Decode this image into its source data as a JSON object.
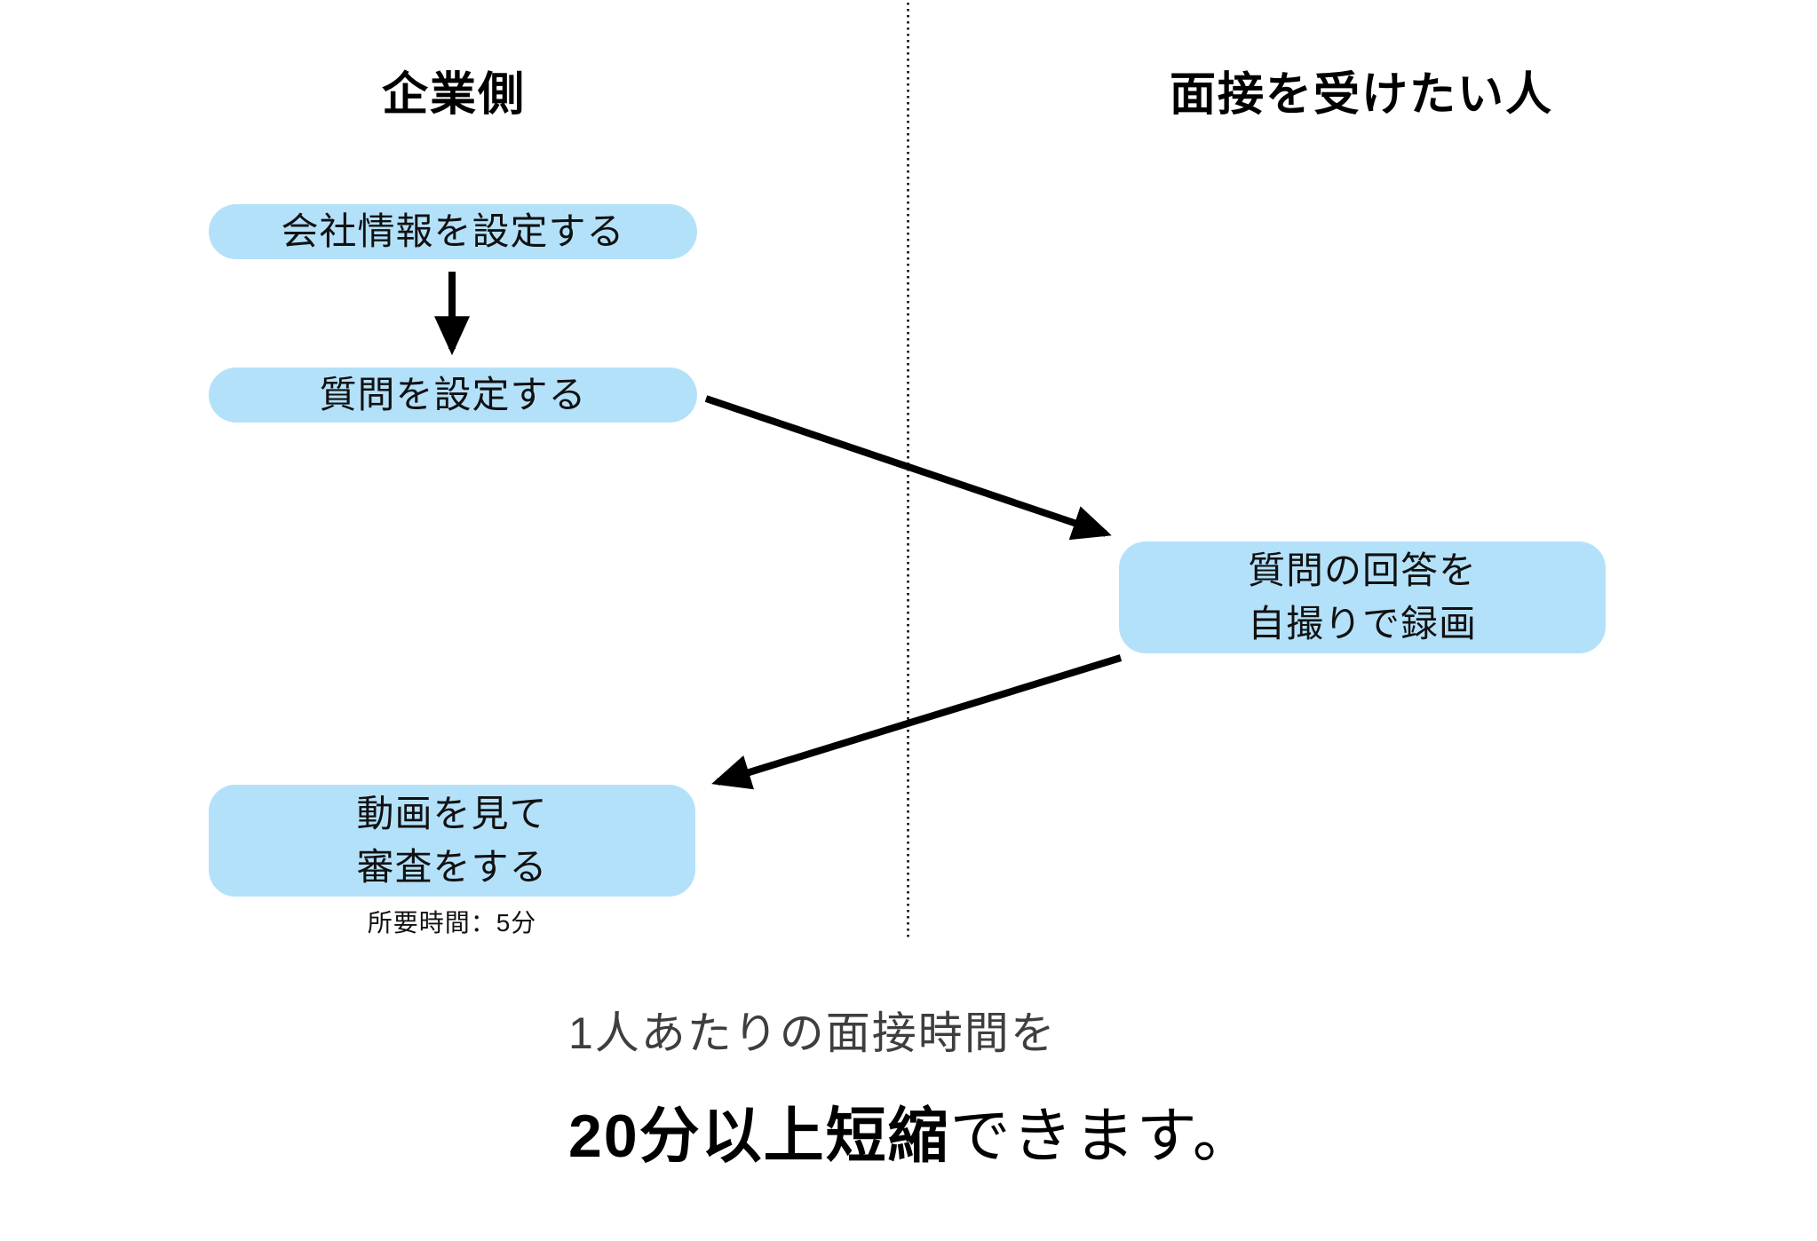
{
  "colors": {
    "background": "#FFFFFF",
    "box_fill": "#B4E1FA",
    "box_text": "#111111",
    "title_text": "#000000",
    "arrow": "#000000",
    "divider": "#000000",
    "footer_muted": "#3E3E3E",
    "footer_emphasis": "#000000"
  },
  "columns": {
    "left": {
      "title": "企業側"
    },
    "right": {
      "title": "面接を受けたい人"
    }
  },
  "nodes": {
    "setup_company": {
      "label": "会社情報を設定する"
    },
    "setup_questions": {
      "label": "質問を設定する"
    },
    "record_answers": {
      "line1": "質問の回答を",
      "line2": "自撮りで録画"
    },
    "review_videos": {
      "line1": "動画を見て",
      "line2": "審査をする",
      "note": "所要時間：5分"
    }
  },
  "footer": {
    "line1": "1人あたりの面接時間を",
    "line2_bold": "20分以上短縮",
    "line2_rest": "できます。"
  }
}
